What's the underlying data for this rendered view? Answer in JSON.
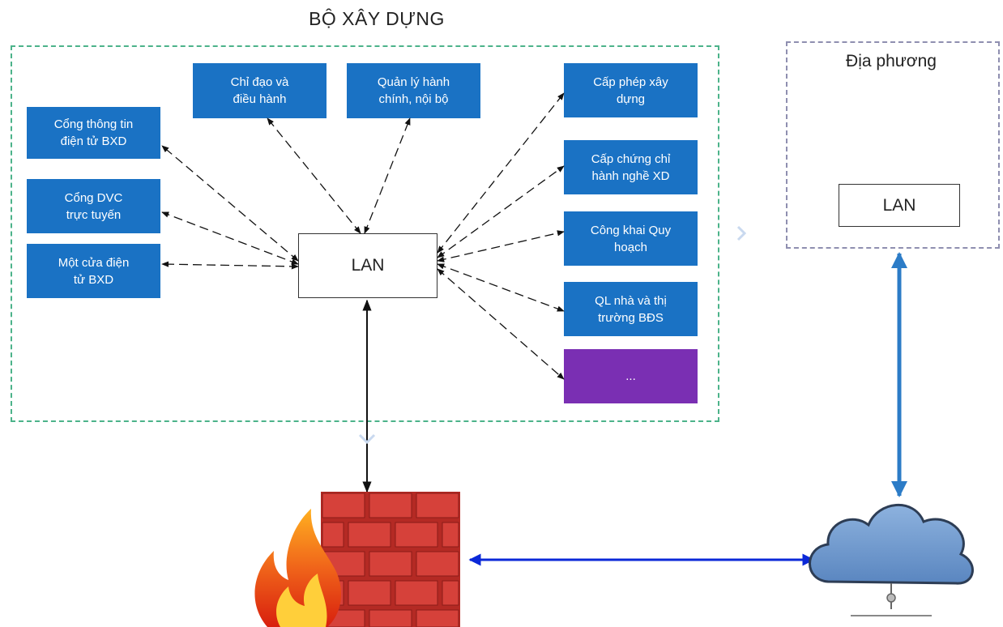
{
  "ministry": {
    "title": "BỘ XÂY DỰNG",
    "lan_label": "LAN",
    "left_systems": [
      "Cổng thông tin\nđiện tử BXD",
      "Cổng DVC\ntrực tuyến",
      "Một cửa điện\ntử BXD"
    ],
    "top_systems": [
      "Chỉ đạo và\nđiều hành",
      "Quản lý hành\nchính, nội bộ"
    ],
    "right_systems": [
      "Cấp phép xây\ndựng",
      "Cấp chứng chỉ\nhành nghề XD",
      "Công khai Quy\nhoạch",
      "QL nhà và thị\ntrường BĐS",
      "..."
    ]
  },
  "local": {
    "title": "Địa phương",
    "lan_label": "LAN"
  },
  "colors": {
    "system_box": "#1a72c4",
    "other_box": "#7a2fb3",
    "frame_main": "#4cb38a",
    "link_blue": "#0b28d8",
    "link_cloud": "#2c7cc7",
    "firewall_brick": "#c8302a",
    "cloud": "#6f98cd"
  },
  "icons": {
    "firewall": "firewall-icon",
    "cloud": "cloud-network-icon"
  }
}
